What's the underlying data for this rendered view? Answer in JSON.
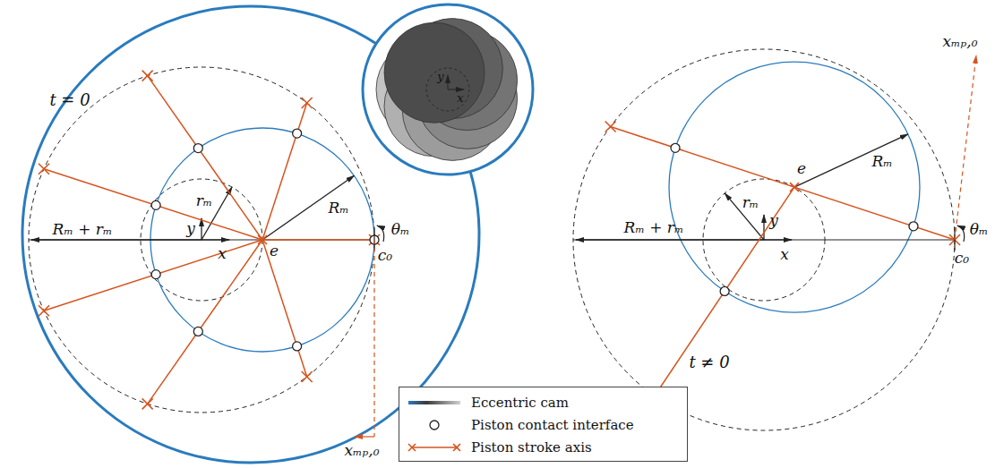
{
  "diagram": {
    "labels": [
      "t = 0",
      "rₘ",
      "Rₘ",
      "y",
      "x",
      "e",
      "c₀",
      "θₘ",
      "Rₘ + rₘ",
      "xₘₚ,₀",
      "y",
      "x",
      "xₘₚ,₀",
      "Rₘ",
      "e",
      "rₘ",
      "y",
      "x",
      "θₘ",
      "c₀",
      "Rₘ + rₘ",
      "t ≠ 0"
    ],
    "legend": [
      {
        "text": "Eccentric cam"
      },
      {
        "text": "Piston contact interface"
      },
      {
        "text": "Piston stroke axis"
      }
    ]
  }
}
